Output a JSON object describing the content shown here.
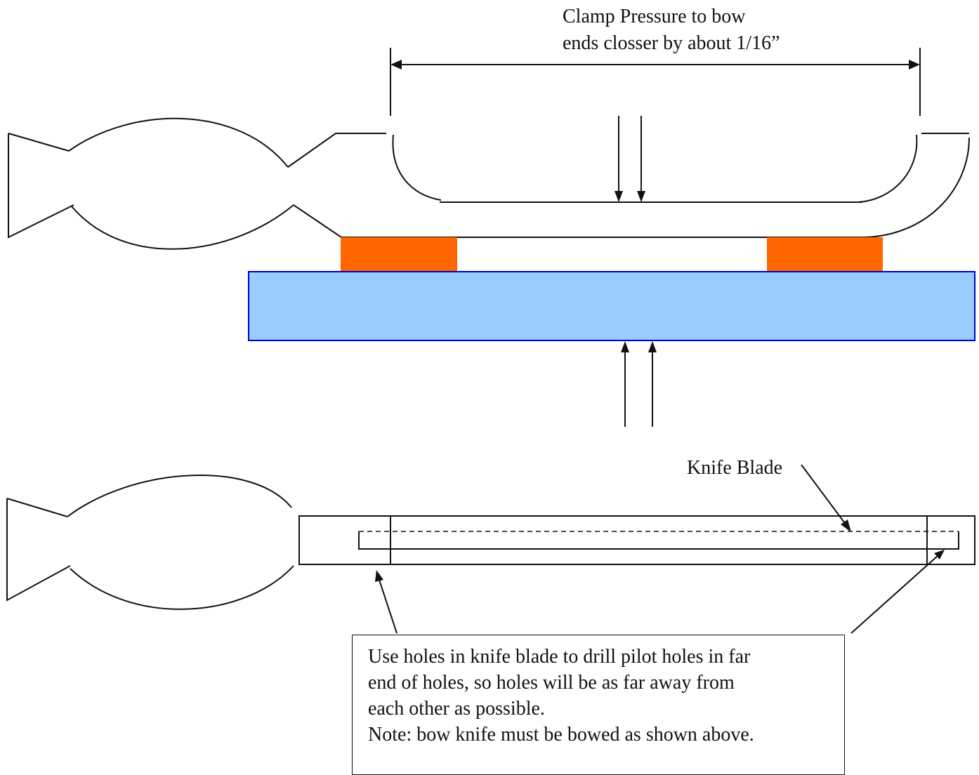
{
  "labels": {
    "clamp_line1": "Clamp Pressure to bow",
    "clamp_line2": "ends closser by about 1/16”",
    "knife_blade": "Knife Blade"
  },
  "note": {
    "line1": "Use holes in knife blade to drill pilot holes in far",
    "line2": "end of holes, so holes will be as far away from",
    "line3": "each other as possible.",
    "line4": "Note: bow knife must be bowed as shown above."
  },
  "colors": {
    "clamp_pad": "#ff6600",
    "base_board": "#99ccff",
    "base_border": "#0000cc"
  }
}
